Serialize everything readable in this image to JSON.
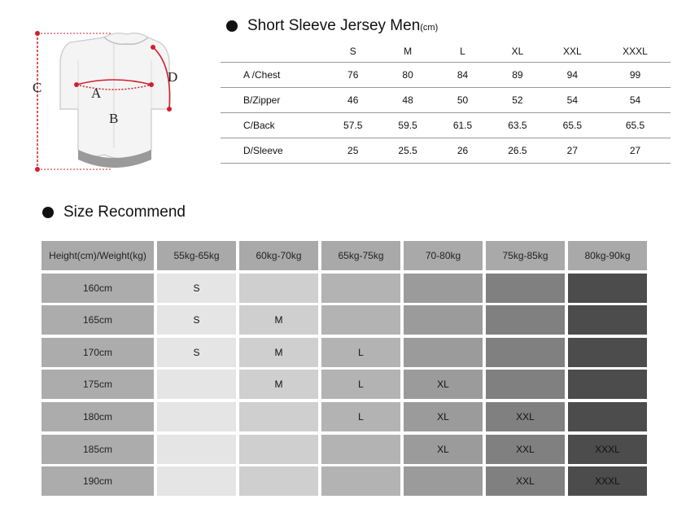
{
  "jersey_section": {
    "title": "Short Sleeve Jersey Men",
    "unit": "(cm)",
    "labels": {
      "a": "A",
      "b": "B",
      "c": "C",
      "d": "D"
    },
    "sizes": [
      "S",
      "M",
      "L",
      "XL",
      "XXL",
      "XXXL"
    ],
    "rows": [
      {
        "label": "A /Chest",
        "values": [
          "76",
          "80",
          "84",
          "89",
          "94",
          "99"
        ]
      },
      {
        "label": "B/Zipper",
        "values": [
          "46",
          "48",
          "50",
          "52",
          "54",
          "54"
        ]
      },
      {
        "label": "C/Back",
        "values": [
          "57.5",
          "59.5",
          "61.5",
          "63.5",
          "65.5",
          "65.5"
        ]
      },
      {
        "label": "D/Sleeve",
        "values": [
          "25",
          "25.5",
          "26",
          "26.5",
          "27",
          "27"
        ]
      }
    ]
  },
  "recommend_section": {
    "title": "Size Recommend",
    "corner": "Height(cm)/Weight(kg)",
    "weights": [
      "55kg-65kg",
      "60kg-70kg",
      "65kg-75kg",
      "70-80kg",
      "75kg-85kg",
      "80kg-90kg"
    ],
    "rows": [
      {
        "height": "160cm",
        "cells": [
          "S",
          "",
          "",
          "",
          "",
          ""
        ]
      },
      {
        "height": "165cm",
        "cells": [
          "S",
          "M",
          "",
          "",
          "",
          ""
        ]
      },
      {
        "height": "170cm",
        "cells": [
          "S",
          "M",
          "L",
          "",
          "",
          ""
        ]
      },
      {
        "height": "175cm",
        "cells": [
          "",
          "M",
          "L",
          "XL",
          "",
          ""
        ]
      },
      {
        "height": "180cm",
        "cells": [
          "",
          "",
          "L",
          "XL",
          "XXL",
          ""
        ]
      },
      {
        "height": "185cm",
        "cells": [
          "",
          "",
          "",
          "XL",
          "XXL",
          "XXXL"
        ]
      },
      {
        "height": "190cm",
        "cells": [
          "",
          "",
          "",
          "",
          "XXL",
          "XXXL"
        ]
      }
    ]
  },
  "colors": {
    "accent_red": "#d0202c",
    "column_shades": [
      "#e5e5e5",
      "#cfcfcf",
      "#b3b3b3",
      "#9b9b9b",
      "#808080",
      "#4c4c4c"
    ]
  }
}
